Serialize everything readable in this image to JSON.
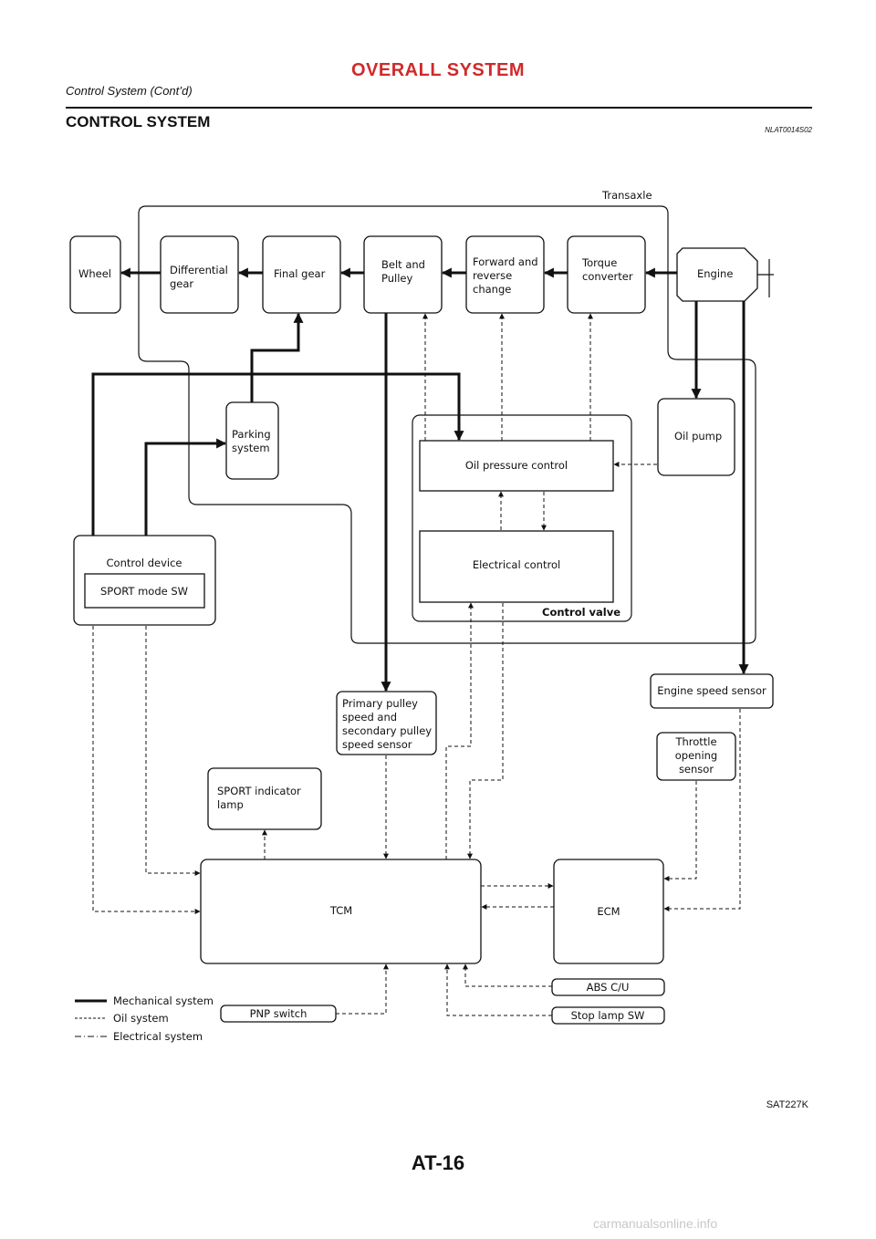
{
  "header": {
    "title": "OVERALL SYSTEM",
    "subtitle": "Control System (Cont’d)"
  },
  "section": {
    "title": "CONTROL SYSTEM",
    "code": "NLAT0014S02"
  },
  "diagram": {
    "transaxle_label": "Transaxle",
    "control_valve_label": "Control valve",
    "blocks": {
      "wheel": [
        "Wheel"
      ],
      "differential": [
        "Differential",
        "gear"
      ],
      "final_gear": [
        "Final gear"
      ],
      "belt_pulley": [
        "Belt and",
        "Pulley"
      ],
      "forward_reverse": [
        "Forward and",
        "reverse",
        "change"
      ],
      "torque_converter": [
        "Torque",
        "converter"
      ],
      "engine": [
        "Engine"
      ],
      "oil_pump": [
        "Oil pump"
      ],
      "parking": [
        "Parking",
        "system"
      ],
      "oil_pressure": [
        "Oil pressure control"
      ],
      "electrical_control": [
        "Electrical control"
      ],
      "control_device": [
        "Control device"
      ],
      "sport_sw": [
        "SPORT mode SW"
      ],
      "engine_speed": [
        "Engine speed sensor"
      ],
      "primary_pulley": [
        "Primary pulley",
        "speed and",
        "secondary pulley",
        "speed sensor"
      ],
      "throttle": [
        "Throttle",
        "opening",
        "sensor"
      ],
      "sport_lamp": [
        "SPORT indicator",
        "lamp"
      ],
      "tcm": [
        "TCM"
      ],
      "ecm": [
        "ECM"
      ],
      "abs": [
        "ABS C/U"
      ],
      "pnp": [
        "PNP switch"
      ],
      "stop_lamp": [
        "Stop lamp SW"
      ]
    },
    "legend": [
      {
        "style": "mechanical",
        "label": "Mechanical system"
      },
      {
        "style": "oil",
        "label": "Oil system"
      },
      {
        "style": "electrical",
        "label": "Electrical system"
      }
    ]
  },
  "figure_code": "SAT227K",
  "page_number": "AT-16",
  "watermark": "carmanualsonline.info"
}
